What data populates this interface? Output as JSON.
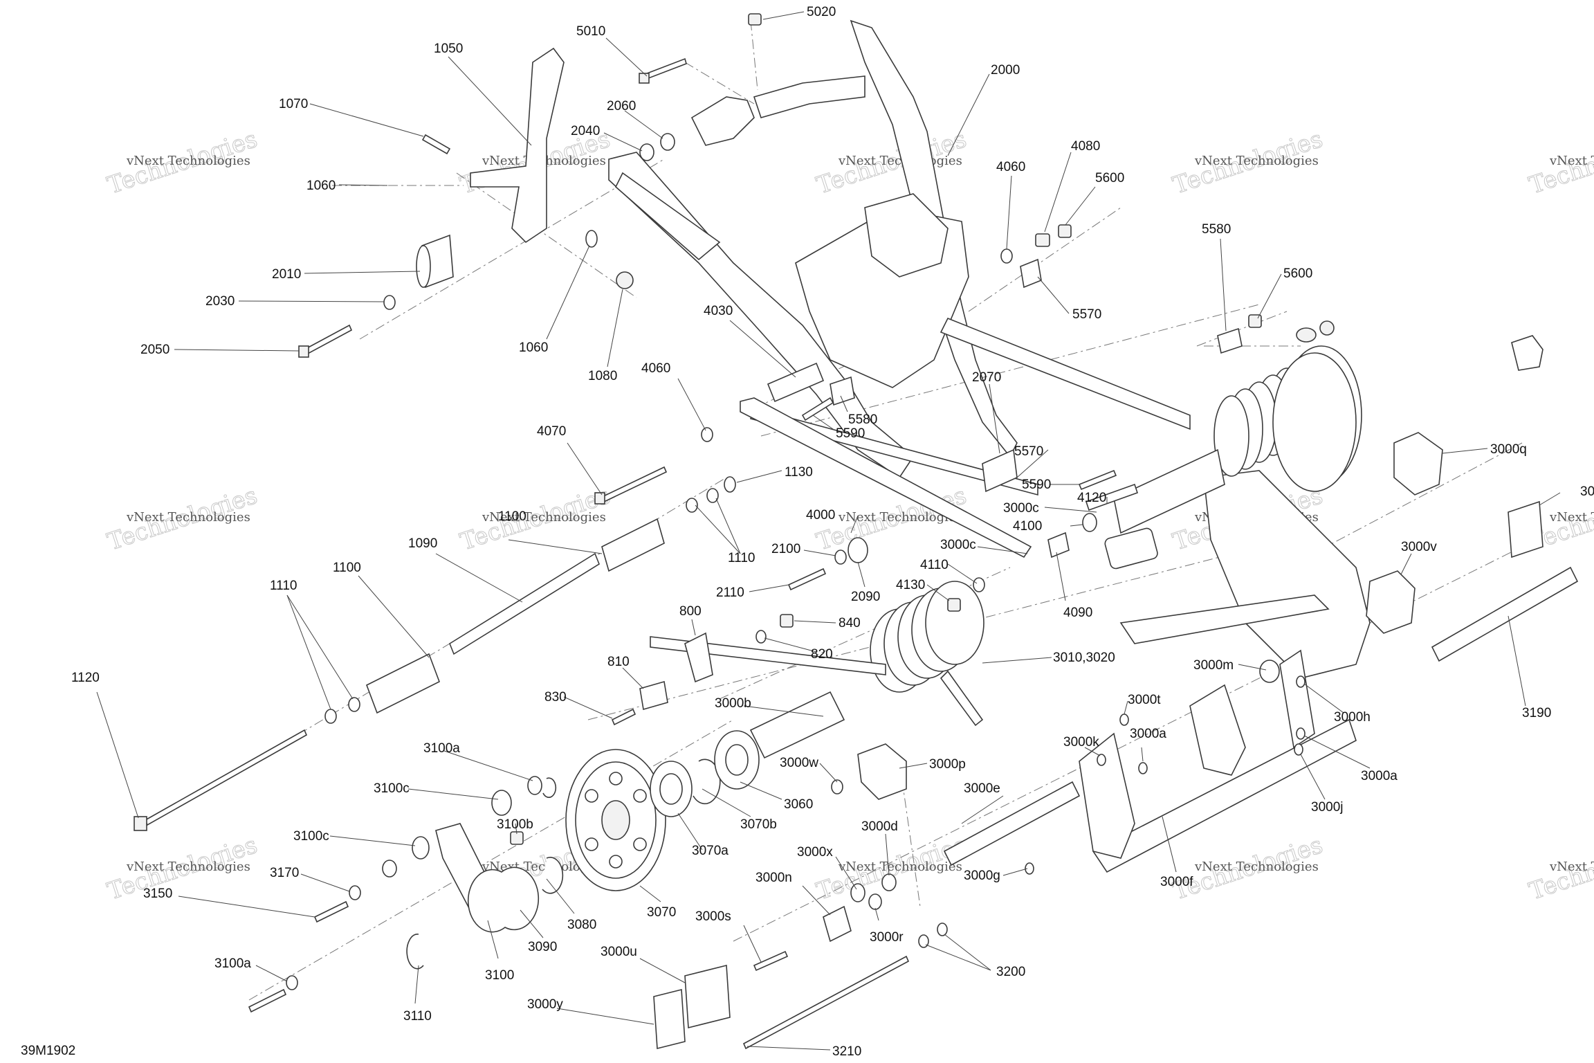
{
  "diagram": {
    "drawing_id": "39M1902",
    "watermark": {
      "line1": "vNext Technologies",
      "line2": "Technologies"
    },
    "part_labels": [
      "5020",
      "5010",
      "1050",
      "1070",
      "2060",
      "2040",
      "1060",
      "2000",
      "4080",
      "4060",
      "5600",
      "2010",
      "2030",
      "2050",
      "1060",
      "1080",
      "5580",
      "5600",
      "5570",
      "4030",
      "4060",
      "2070",
      "5580",
      "5590",
      "5570",
      "4070",
      "1130",
      "5590",
      "4120",
      "4100",
      "3000c",
      "3000c",
      "4000",
      "1100",
      "1090",
      "1110",
      "1100",
      "1110",
      "2100",
      "2110",
      "2090",
      "4110",
      "4130",
      "4090",
      "800",
      "840",
      "820",
      "3010,3020",
      "810",
      "830",
      "3000b",
      "3000m",
      "3000t",
      "3000a",
      "3000k",
      "3000h",
      "3000a",
      "3000j",
      "3000w",
      "3000p",
      "3060",
      "3070b",
      "3100a",
      "3100c",
      "3100b",
      "3100c",
      "3070a",
      "3000d",
      "3000e",
      "3170",
      "3150",
      "3080",
      "3090",
      "3070",
      "3000x",
      "3000n",
      "3000g",
      "3000f",
      "3000s",
      "3000r",
      "3200",
      "3100a",
      "3100",
      "3000u",
      "3110",
      "3000y",
      "3210",
      "1120",
      "3000q",
      "3000v",
      "3190",
      "30"
    ]
  }
}
